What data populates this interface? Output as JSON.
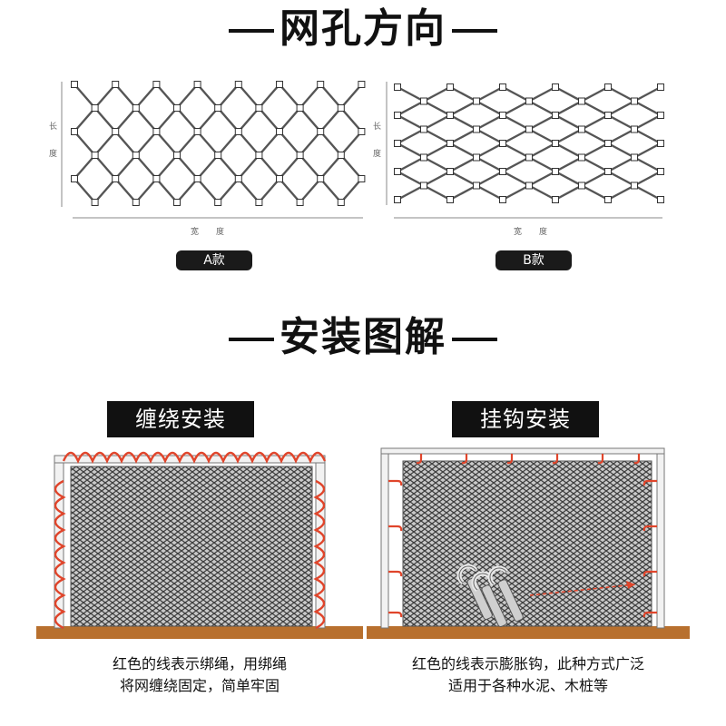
{
  "section1": {
    "title": "网孔方向"
  },
  "styleA": {
    "label": "A款",
    "length_label": [
      "长",
      "度"
    ],
    "width_label": [
      "宽",
      "度"
    ]
  },
  "styleB": {
    "label": "B款",
    "length_label": [
      "长",
      "度"
    ],
    "width_label": [
      "宽",
      "度"
    ]
  },
  "section2": {
    "title": "安装图解"
  },
  "install_wrap": {
    "title": "缠绕安装",
    "caption": [
      "红色的线表示绑绳，用绑绳",
      "将网缠绕固定，简单牢固"
    ]
  },
  "install_hook": {
    "title": "挂钩安装",
    "caption": [
      "红色的线表示膨胀钩，此种方式广泛",
      "适用于各种水泥、木桩等"
    ]
  },
  "colors": {
    "binding": "#e0452b",
    "mesh": "#555555",
    "ground": "#b8702e",
    "frame": "#777777"
  }
}
